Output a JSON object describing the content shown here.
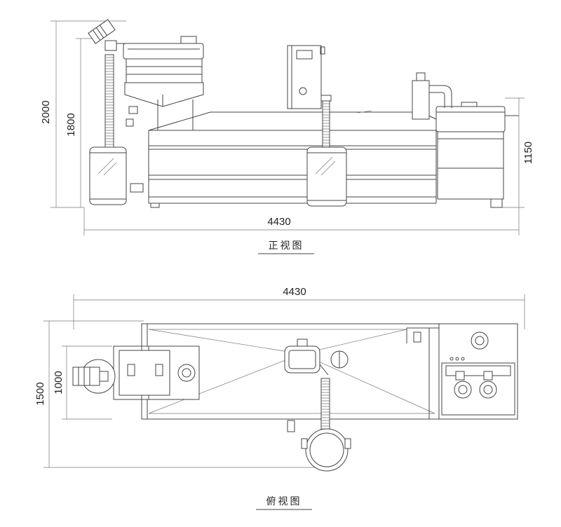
{
  "front_view": {
    "caption": "正视图",
    "dim_width": "4430",
    "dim_height_total": "2000",
    "dim_height_inner": "1800",
    "dim_height_right": "1150"
  },
  "top_view": {
    "caption": "俯视图",
    "dim_width": "4430",
    "dim_depth_total": "1500",
    "dim_depth_inner": "1000"
  }
}
